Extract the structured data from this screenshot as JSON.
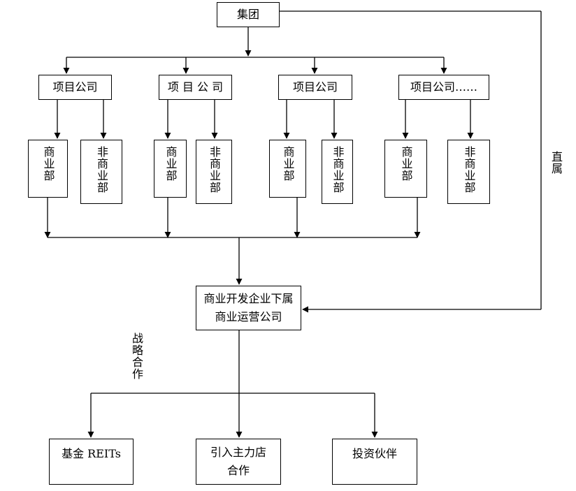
{
  "group": "集团",
  "projects": [
    {
      "company": "项目公司",
      "commercial": "商业部",
      "non_commercial": "非商业部"
    },
    {
      "company": "项 目 公 司",
      "commercial": "商业部",
      "non_commercial": "非商业部"
    },
    {
      "company": "项目公司",
      "commercial": "商业部",
      "non_commercial": "非商业部"
    },
    {
      "company": "项目公司……",
      "commercial": "商业部",
      "non_commercial": "非商业部"
    }
  ],
  "operator": "商业开发企业下属商业运营公司",
  "direct_label": "直属",
  "strategic_label": "战略合作",
  "partners": [
    "基金 REITs",
    "引入主力店合作",
    "投资伙伴"
  ]
}
